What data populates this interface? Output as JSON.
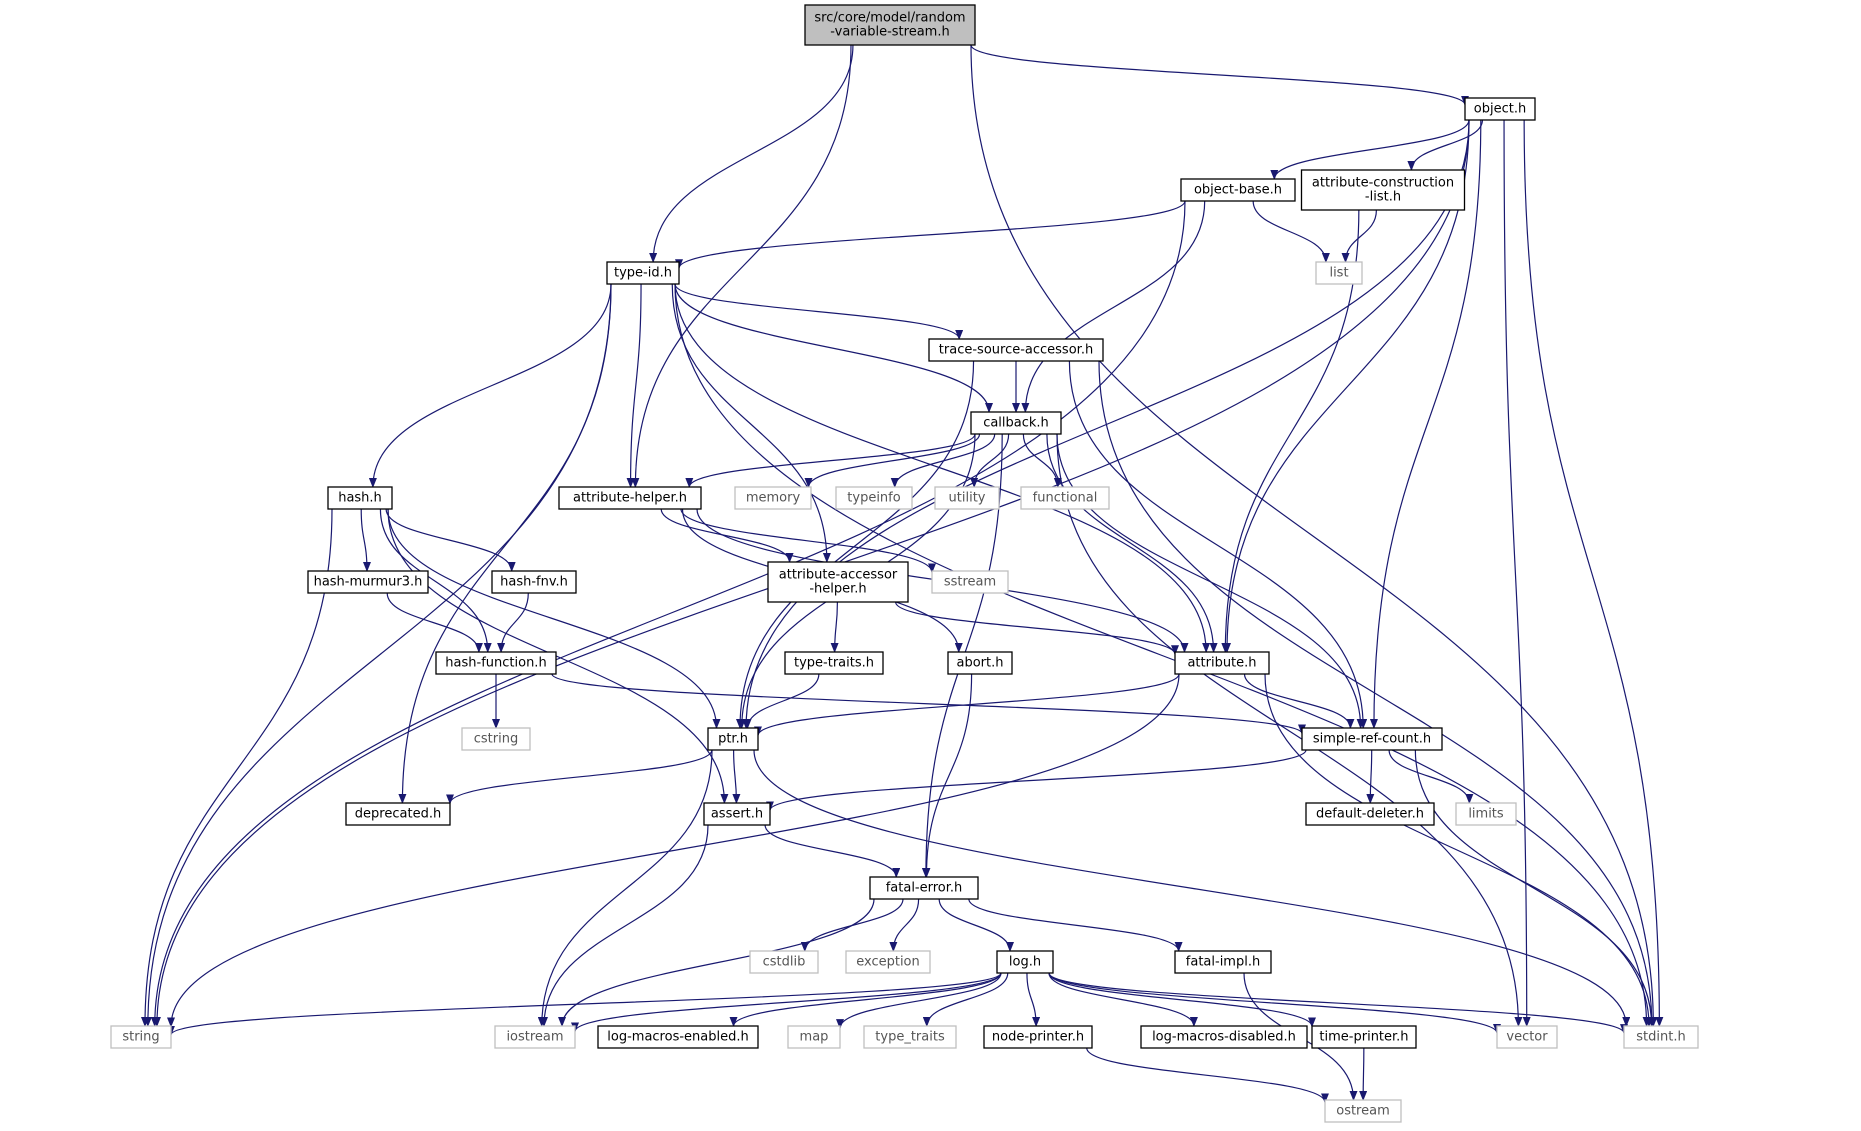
{
  "diagram": {
    "nodes": [
      {
        "id": "root",
        "kind": "root",
        "lines": [
          "src/core/model/random",
          "-variable-stream.h"
        ]
      },
      {
        "id": "object",
        "kind": "header",
        "lines": [
          "object.h"
        ]
      },
      {
        "id": "object-base",
        "kind": "header",
        "lines": [
          "object-base.h"
        ]
      },
      {
        "id": "attr-constr",
        "kind": "header",
        "lines": [
          "attribute-construction",
          "-list.h"
        ]
      },
      {
        "id": "list",
        "kind": "system",
        "lines": [
          "list"
        ]
      },
      {
        "id": "type-id",
        "kind": "header",
        "lines": [
          "type-id.h"
        ]
      },
      {
        "id": "trace-src",
        "kind": "header",
        "lines": [
          "trace-source-accessor.h"
        ]
      },
      {
        "id": "callback",
        "kind": "header",
        "lines": [
          "callback.h"
        ]
      },
      {
        "id": "hash",
        "kind": "header",
        "lines": [
          "hash.h"
        ]
      },
      {
        "id": "attr-helper",
        "kind": "header",
        "lines": [
          "attribute-helper.h"
        ]
      },
      {
        "id": "memory",
        "kind": "system",
        "lines": [
          "memory"
        ]
      },
      {
        "id": "typeinfo",
        "kind": "system",
        "lines": [
          "typeinfo"
        ]
      },
      {
        "id": "utility",
        "kind": "system",
        "lines": [
          "utility"
        ]
      },
      {
        "id": "functional",
        "kind": "system",
        "lines": [
          "functional"
        ]
      },
      {
        "id": "hash-murmur3",
        "kind": "header",
        "lines": [
          "hash-murmur3.h"
        ]
      },
      {
        "id": "hash-fnv",
        "kind": "header",
        "lines": [
          "hash-fnv.h"
        ]
      },
      {
        "id": "attr-accessor",
        "kind": "header",
        "lines": [
          "attribute-accessor",
          "-helper.h"
        ]
      },
      {
        "id": "sstream",
        "kind": "system",
        "lines": [
          "sstream"
        ]
      },
      {
        "id": "hash-function",
        "kind": "header",
        "lines": [
          "hash-function.h"
        ]
      },
      {
        "id": "type-traits-h",
        "kind": "header",
        "lines": [
          "type-traits.h"
        ]
      },
      {
        "id": "abort",
        "kind": "header",
        "lines": [
          "abort.h"
        ]
      },
      {
        "id": "attribute",
        "kind": "header",
        "lines": [
          "attribute.h"
        ]
      },
      {
        "id": "cstring",
        "kind": "system",
        "lines": [
          "cstring"
        ]
      },
      {
        "id": "ptr",
        "kind": "header",
        "lines": [
          "ptr.h"
        ]
      },
      {
        "id": "simple-ref",
        "kind": "header",
        "lines": [
          "simple-ref-count.h"
        ]
      },
      {
        "id": "deprecated",
        "kind": "header",
        "lines": [
          "deprecated.h"
        ]
      },
      {
        "id": "assert",
        "kind": "header",
        "lines": [
          "assert.h"
        ]
      },
      {
        "id": "default-deleter",
        "kind": "header",
        "lines": [
          "default-deleter.h"
        ]
      },
      {
        "id": "limits",
        "kind": "system",
        "lines": [
          "limits"
        ]
      },
      {
        "id": "fatal-error",
        "kind": "header",
        "lines": [
          "fatal-error.h"
        ]
      },
      {
        "id": "cstdlib",
        "kind": "system",
        "lines": [
          "cstdlib"
        ]
      },
      {
        "id": "exception",
        "kind": "system",
        "lines": [
          "exception"
        ]
      },
      {
        "id": "log",
        "kind": "header",
        "lines": [
          "log.h"
        ]
      },
      {
        "id": "fatal-impl",
        "kind": "header",
        "lines": [
          "fatal-impl.h"
        ]
      },
      {
        "id": "string-left",
        "kind": "system",
        "lines": [
          "string"
        ]
      },
      {
        "id": "iostream",
        "kind": "system",
        "lines": [
          "iostream"
        ]
      },
      {
        "id": "log-macros-en",
        "kind": "header",
        "lines": [
          "log-macros-enabled.h"
        ]
      },
      {
        "id": "map",
        "kind": "system",
        "lines": [
          "map"
        ]
      },
      {
        "id": "type_traits",
        "kind": "system",
        "lines": [
          "type_traits"
        ]
      },
      {
        "id": "node-printer",
        "kind": "header",
        "lines": [
          "node-printer.h"
        ]
      },
      {
        "id": "log-macros-dis",
        "kind": "header",
        "lines": [
          "log-macros-disabled.h"
        ]
      },
      {
        "id": "time-printer",
        "kind": "header",
        "lines": [
          "time-printer.h"
        ]
      },
      {
        "id": "vector",
        "kind": "system",
        "lines": [
          "vector"
        ]
      },
      {
        "id": "stdint",
        "kind": "system",
        "lines": [
          "stdint.h"
        ]
      },
      {
        "id": "ostream",
        "kind": "system",
        "lines": [
          "ostream"
        ]
      }
    ],
    "edges": [
      [
        "root",
        "object"
      ],
      [
        "root",
        "type-id"
      ],
      [
        "root",
        "attr-helper"
      ],
      [
        "root",
        "stdint"
      ],
      [
        "object",
        "object-base"
      ],
      [
        "object",
        "attr-constr"
      ],
      [
        "object",
        "string-left"
      ],
      [
        "object",
        "attribute"
      ],
      [
        "object",
        "ptr"
      ],
      [
        "object",
        "simple-ref"
      ],
      [
        "object",
        "vector"
      ],
      [
        "object",
        "stdint"
      ],
      [
        "object-base",
        "type-id"
      ],
      [
        "object-base",
        "list"
      ],
      [
        "object-base",
        "callback"
      ],
      [
        "object-base",
        "string-left"
      ],
      [
        "attr-constr",
        "list"
      ],
      [
        "attr-constr",
        "attribute"
      ],
      [
        "type-id",
        "trace-src"
      ],
      [
        "type-id",
        "callback"
      ],
      [
        "type-id",
        "attr-helper"
      ],
      [
        "type-id",
        "attribute"
      ],
      [
        "type-id",
        "hash"
      ],
      [
        "type-id",
        "deprecated"
      ],
      [
        "type-id",
        "string-left"
      ],
      [
        "type-id",
        "stdint"
      ],
      [
        "type-id",
        "attr-accessor"
      ],
      [
        "trace-src",
        "callback"
      ],
      [
        "trace-src",
        "ptr"
      ],
      [
        "trace-src",
        "simple-ref"
      ],
      [
        "trace-src",
        "stdint"
      ],
      [
        "callback",
        "attr-helper"
      ],
      [
        "callback",
        "memory"
      ],
      [
        "callback",
        "typeinfo"
      ],
      [
        "callback",
        "utility"
      ],
      [
        "callback",
        "functional"
      ],
      [
        "callback",
        "attribute"
      ],
      [
        "callback",
        "simple-ref"
      ],
      [
        "callback",
        "fatal-error"
      ],
      [
        "callback",
        "vector"
      ],
      [
        "callback",
        "ptr"
      ],
      [
        "hash",
        "hash-murmur3"
      ],
      [
        "hash",
        "hash-fnv"
      ],
      [
        "hash",
        "hash-function"
      ],
      [
        "hash",
        "assert"
      ],
      [
        "hash",
        "ptr"
      ],
      [
        "hash",
        "string-left"
      ],
      [
        "attr-helper",
        "attr-accessor"
      ],
      [
        "attr-helper",
        "sstream"
      ],
      [
        "attr-helper",
        "abort"
      ],
      [
        "attr-helper",
        "attribute"
      ],
      [
        "hash-murmur3",
        "hash-function"
      ],
      [
        "hash-fnv",
        "hash-function"
      ],
      [
        "attr-accessor",
        "type-traits-h"
      ],
      [
        "attr-accessor",
        "attribute"
      ],
      [
        "hash-function",
        "cstring"
      ],
      [
        "hash-function",
        "simple-ref"
      ],
      [
        "type-traits-h",
        "ptr"
      ],
      [
        "abort",
        "fatal-error"
      ],
      [
        "attribute",
        "ptr"
      ],
      [
        "attribute",
        "simple-ref"
      ],
      [
        "attribute",
        "string-left"
      ],
      [
        "attribute",
        "stdint"
      ],
      [
        "ptr",
        "deprecated"
      ],
      [
        "ptr",
        "assert"
      ],
      [
        "ptr",
        "iostream"
      ],
      [
        "ptr",
        "stdint"
      ],
      [
        "simple-ref",
        "assert"
      ],
      [
        "simple-ref",
        "default-deleter"
      ],
      [
        "simple-ref",
        "limits"
      ],
      [
        "simple-ref",
        "stdint"
      ],
      [
        "assert",
        "fatal-error"
      ],
      [
        "assert",
        "iostream"
      ],
      [
        "fatal-error",
        "cstdlib"
      ],
      [
        "fatal-error",
        "exception"
      ],
      [
        "fatal-error",
        "log"
      ],
      [
        "fatal-error",
        "fatal-impl"
      ],
      [
        "fatal-error",
        "iostream"
      ],
      [
        "log",
        "string-left"
      ],
      [
        "log",
        "iostream"
      ],
      [
        "log",
        "log-macros-en"
      ],
      [
        "log",
        "map"
      ],
      [
        "log",
        "type_traits"
      ],
      [
        "log",
        "node-printer"
      ],
      [
        "log",
        "log-macros-dis"
      ],
      [
        "log",
        "time-printer"
      ],
      [
        "log",
        "vector"
      ],
      [
        "log",
        "stdint"
      ],
      [
        "fatal-impl",
        "ostream"
      ],
      [
        "node-printer",
        "ostream"
      ],
      [
        "time-printer",
        "ostream"
      ]
    ]
  }
}
